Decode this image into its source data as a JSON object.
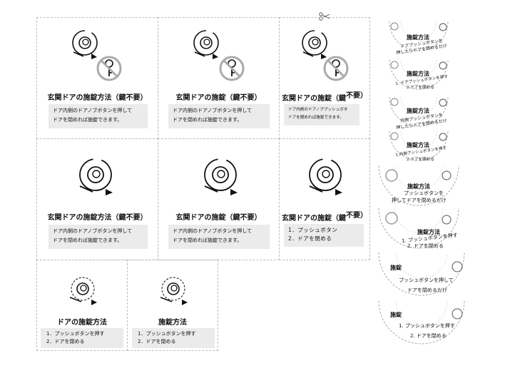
{
  "cards": [
    {
      "title": "玄関ドアの施錠方法（鍵不要）",
      "lines": [
        "ドア内側のドアノブボタンを押して",
        "ドアを閉めれば施錠できます。"
      ]
    },
    {
      "title": "玄関ドアの施錠（鍵不要）",
      "lines": [
        "ドア内側のドアノブボタンを押して",
        "ドアを閉めれば施錠できます。"
      ]
    },
    {
      "title_main": "玄関ドアの施錠（鍵",
      "title_sup": "不要）",
      "lines": [
        "ドア内側のドアノブプッシュボタ",
        "ドアを閉めれば施錠できます。"
      ]
    },
    {
      "title": "玄関ドアの施錠方法（鍵不要）",
      "lines": [
        "ドア内側のドアノブボタンを押して",
        "ドアを閉めれば施錠できます。"
      ]
    },
    {
      "title": "玄関ドアの施錠（鍵不要）",
      "lines": [
        "ドア内側のドアノブボタンを押して",
        "ドアを閉めれば施錠できます。"
      ]
    },
    {
      "title_main": "玄関ドアの施錠（鍵",
      "title_sup": "不要）",
      "lines": [
        "1．プッシュボタン",
        "2．ドアを閉める"
      ]
    },
    {
      "title": "ドアの施錠方法",
      "lines": [
        "1．プッシュボタンを押す",
        "2．ドアを閉める"
      ]
    },
    {
      "title": "施錠方法",
      "lines": [
        "1．プッシュボタンを押す",
        "2．ドアを閉める"
      ]
    }
  ],
  "fans": [
    {
      "title": "施錠方法",
      "lines": [
        "ドアプッシュボタンを",
        "押したらドアを閉めるだけ"
      ]
    },
    {
      "title": "施錠方法",
      "lines": [
        "1. ドアプッシュボタンを押す",
        "2.ドアを閉める"
      ]
    },
    {
      "title": "施錠方法",
      "lines": [
        "内側プッシュボタンを",
        "押したらドアを閉めるだけ"
      ]
    },
    {
      "title": "施錠方法",
      "lines": [
        "1.内側プッシュボタンを押す",
        "2.ドアを閉める"
      ]
    },
    {
      "title": "施錠方法",
      "lines": [
        "プッシュボタンを",
        "押してドアを閉めるだけ"
      ]
    },
    {
      "title": "施錠方法",
      "lines": [
        "1. プッシュボタンを押す",
        "2. ドアを閉める"
      ]
    },
    {
      "title": "施錠",
      "lines": [
        "プッシュボタンを押して",
        "ドアを閉めるだけ"
      ]
    },
    {
      "title": "施錠",
      "lines": [
        "1. プッシュボタンを押す",
        "2. ドアを閉める"
      ]
    }
  ],
  "icons": {
    "knob": "door-knob-icon",
    "key": "no-key-icon",
    "scissors": "scissors-icon"
  }
}
